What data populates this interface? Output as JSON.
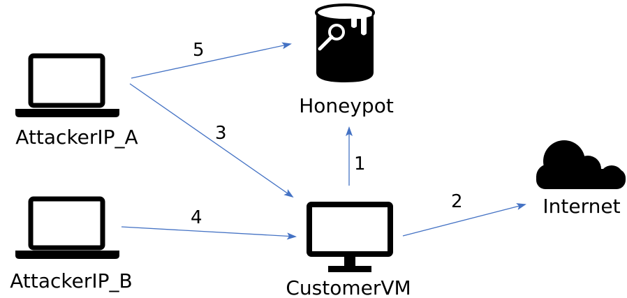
{
  "colors": {
    "arrow": "#4472C4",
    "icon": "#000000",
    "text": "#000000",
    "background": "#ffffff"
  },
  "nodes": {
    "honeypot": {
      "label": "Honeypot",
      "icon": "paint-bucket-icon"
    },
    "internet": {
      "label": "Internet",
      "icon": "cloud-icon"
    },
    "attacker_a": {
      "label": "AttackerIP_A",
      "icon": "laptop-icon"
    },
    "attacker_b": {
      "label": "AttackerIP_B",
      "icon": "laptop-icon"
    },
    "customer_vm": {
      "label": "CustomerVM",
      "icon": "monitor-icon"
    }
  },
  "edges": [
    {
      "label": "1",
      "from": "CustomerVM",
      "to": "Honeypot"
    },
    {
      "label": "2",
      "from": "CustomerVM",
      "to": "Internet"
    },
    {
      "label": "3",
      "from": "AttackerIP_A",
      "to": "CustomerVM"
    },
    {
      "label": "4",
      "from": "AttackerIP_B",
      "to": "CustomerVM"
    },
    {
      "label": "5",
      "from": "AttackerIP_A",
      "to": "Honeypot"
    }
  ]
}
